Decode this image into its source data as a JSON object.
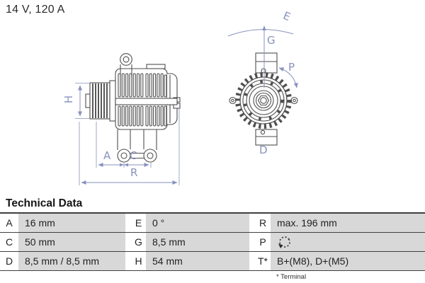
{
  "header": {
    "title": "14 V, 120 A"
  },
  "diagram": {
    "labels": {
      "H": "H",
      "A": "A",
      "C": "C",
      "R": "R",
      "E": "E",
      "G": "G",
      "P": "P",
      "D": "D"
    }
  },
  "colors": {
    "dimension_blue": "#8792bf",
    "drawing_gray": "#4f4f4f",
    "table_cell_gray": "#d8d8d8",
    "table_border": "#3f3f3f"
  },
  "table": {
    "heading": "Technical Data",
    "rows": [
      {
        "cells": [
          {
            "key": "A",
            "value": "16 mm"
          },
          {
            "key": "E",
            "value": "0 °"
          },
          {
            "key": "R",
            "value": "max. 196 mm"
          }
        ]
      },
      {
        "cells": [
          {
            "key": "C",
            "value": "50 mm"
          },
          {
            "key": "G",
            "value": "8,5 mm"
          },
          {
            "key": "P",
            "value": "",
            "icon": "rotation-direction"
          }
        ]
      },
      {
        "cells": [
          {
            "key": "D",
            "value": "8,5 mm / 8,5 mm"
          },
          {
            "key": "H",
            "value": "54 mm"
          },
          {
            "key": "T*",
            "value": "B+(M8), D+(M5)"
          }
        ]
      }
    ],
    "footnote": "* Terminal"
  }
}
